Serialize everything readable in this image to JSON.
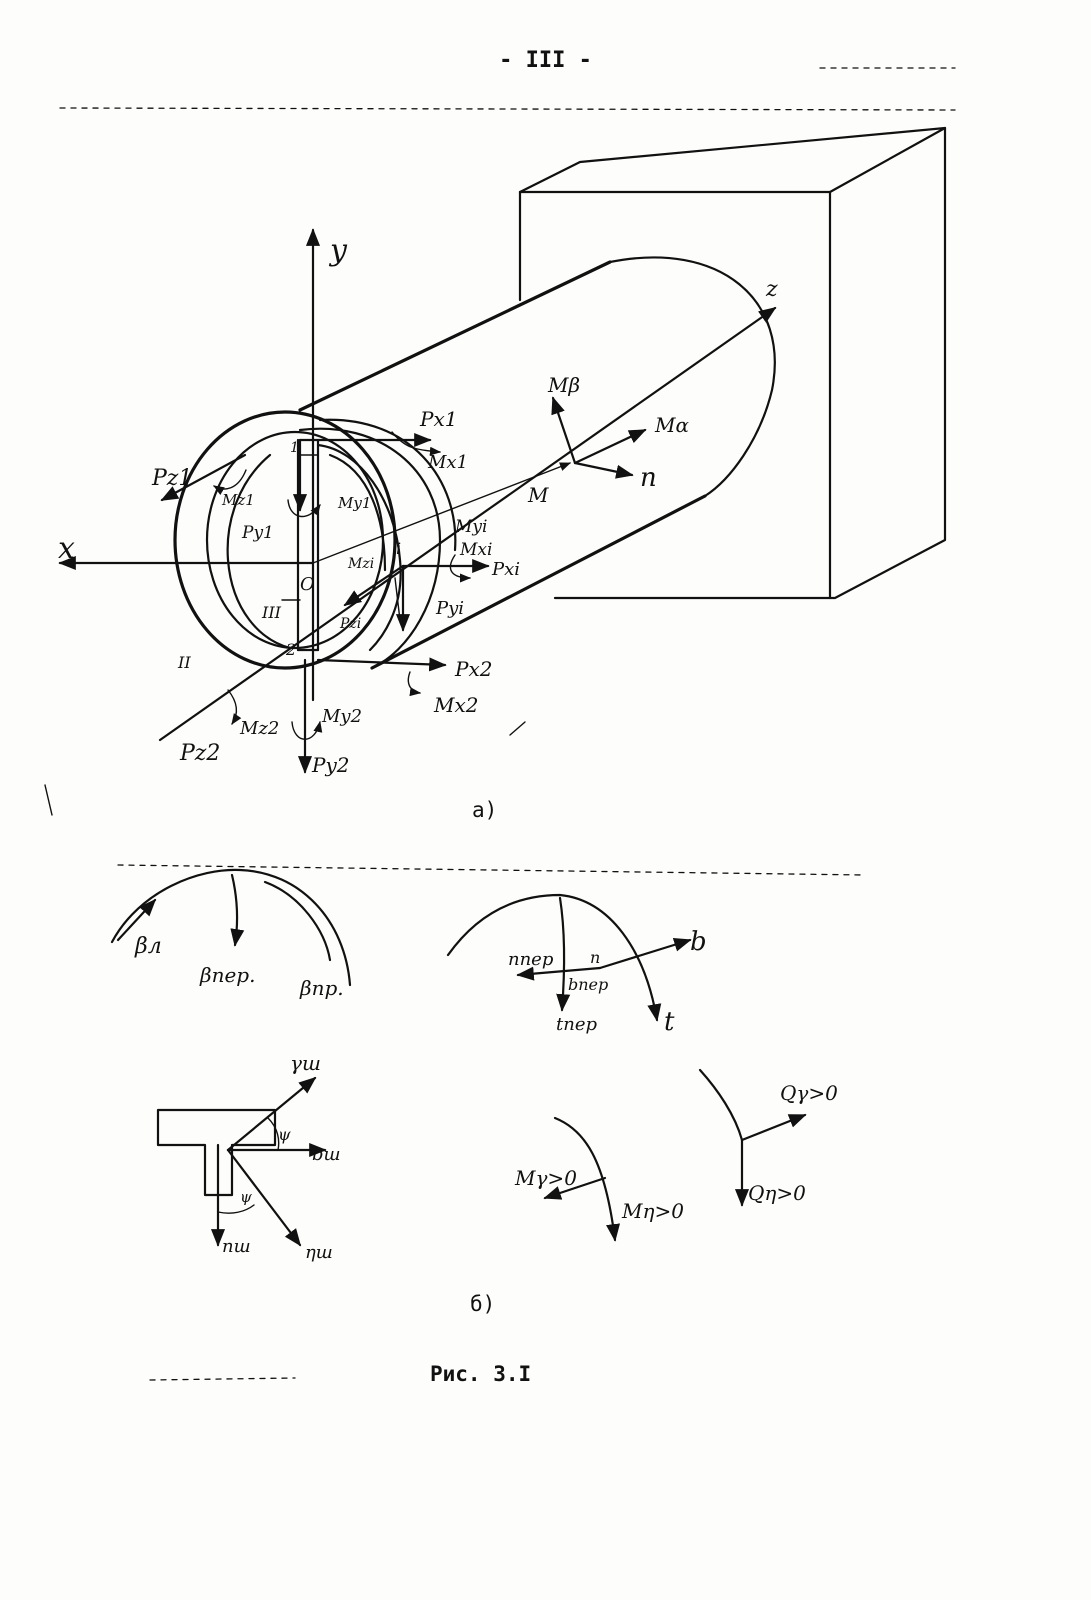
{
  "page_number": "- III -",
  "figure_a": {
    "caption": "а)",
    "axes": {
      "x": "x",
      "y": "y",
      "z": "z",
      "origin": "O"
    },
    "markers": {
      "point_1": "1",
      "point_2": "2",
      "point_i": "i"
    },
    "regions": {
      "ii": "II",
      "iii": "III"
    },
    "labels": {
      "pz1": "Pz1",
      "mz1": "Mz1",
      "py1": "Py1",
      "my1": "My1",
      "px1": "Px1",
      "mx1": "Mx1",
      "mbeta": "Mβ",
      "malpha": "Mα",
      "n": "n",
      "m": "M",
      "myi": "Myi",
      "mxi": "Mxi",
      "pxi": "Pxi",
      "mzi": "Mzi",
      "pzi": "Pzi",
      "pyi": "Pyi",
      "px2": "Px2",
      "mx2": "Mx2",
      "pz2": "Pz2",
      "mz2": "Mz2",
      "my2": "My2",
      "py2": "Py2"
    }
  },
  "figure_b": {
    "caption": "б)",
    "labels": {
      "beta_l": "βл",
      "beta_per": "βпер.",
      "beta_pr": "βпр.",
      "n_per": "nпер",
      "n": "n",
      "b_per": "bпер",
      "b": "b",
      "t_per": "tпер",
      "t": "t",
      "gamma_sh": "γш",
      "psi": "ψ",
      "b_sh": "bш",
      "psi2": "ψ",
      "n_sh": "nш",
      "eta_sh": "ηш",
      "m_gamma": "Mγ>0",
      "m_eta": "Mη>0",
      "q_gamma": "Qγ>0",
      "q_eta": "Qη>0"
    }
  },
  "figure_caption": "Рис. 3.I"
}
